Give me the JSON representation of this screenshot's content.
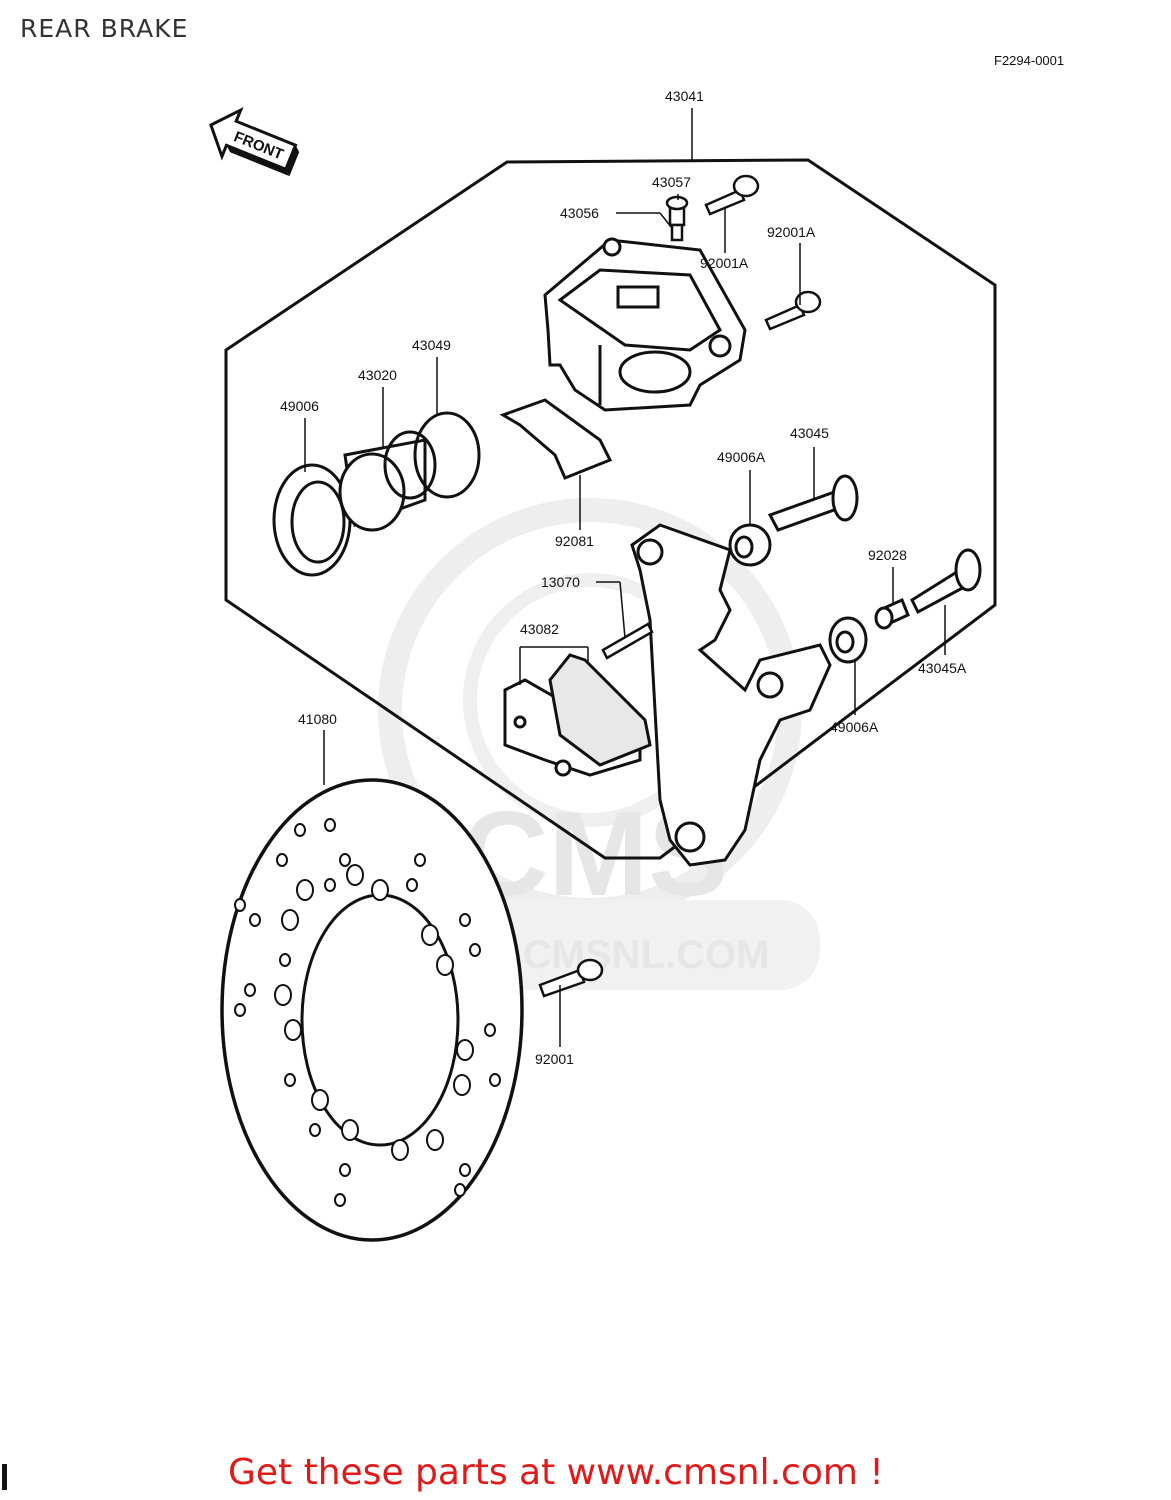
{
  "header": {
    "title": "REAR BRAKE",
    "figure_code": "F2294-0001"
  },
  "diagram": {
    "front_arrow_label": "FRONT",
    "watermark": {
      "brand": "CMS",
      "url": "WWW.CMSNL.COM"
    },
    "parts": [
      {
        "id": "43041"
      },
      {
        "id": "43057"
      },
      {
        "id": "43056"
      },
      {
        "id": "92001A"
      },
      {
        "id": "92001A"
      },
      {
        "id": "43049"
      },
      {
        "id": "43020"
      },
      {
        "id": "49006"
      },
      {
        "id": "43045"
      },
      {
        "id": "49006A"
      },
      {
        "id": "92081"
      },
      {
        "id": "92028"
      },
      {
        "id": "13070"
      },
      {
        "id": "43082"
      },
      {
        "id": "43045A"
      },
      {
        "id": "49006A"
      },
      {
        "id": "41080"
      },
      {
        "id": "92001"
      }
    ]
  },
  "footer": {
    "promo_text": "Get these parts at www.cmsnl.com !"
  },
  "colors": {
    "promo": "#e01a1a",
    "line": "#111111",
    "watermark": "#e6e6e6"
  }
}
